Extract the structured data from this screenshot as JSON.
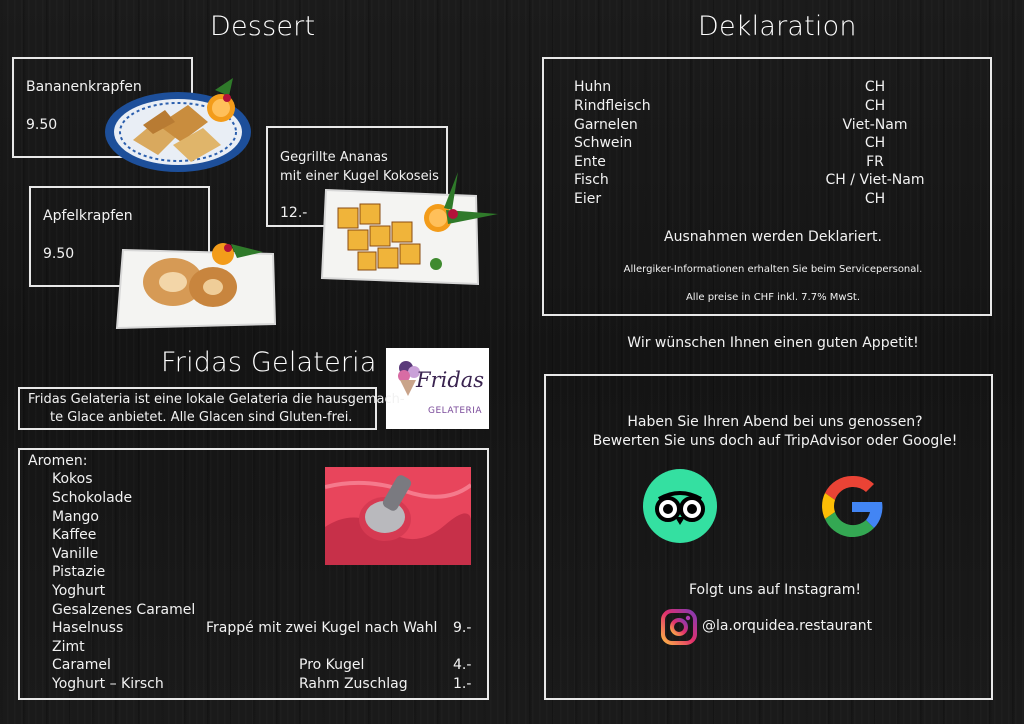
{
  "dessert": {
    "title": "Dessert",
    "items": [
      {
        "name": "Bananenkrapfen",
        "price": "9.50"
      },
      {
        "name": "Apfelkrapfen",
        "price": "9.50"
      },
      {
        "name_line1": "Gegrillte Ananas",
        "name_line2": "mit einer Kugel Kokoseis",
        "price": "12.-"
      }
    ]
  },
  "gelateria": {
    "title": "Fridas Gelateria",
    "desc_line1": "Fridas Gelateria ist eine lokale Gelateria die hausgemach-",
    "desc_line2": "te Glace anbietet. Alle Glacen sind Gluten-frei.",
    "logo_script": "Fridas",
    "logo_sub": "GELATERIA",
    "aromen_label": "Aromen:",
    "flavors": [
      "Kokos",
      "Schokolade",
      "Mango",
      "Kaffee",
      "Vanille",
      "Pistazie",
      "Yoghurt",
      "Gesalzenes Caramel",
      "Haselnuss",
      "Zimt",
      "Caramel",
      "Yoghurt – Kirsch"
    ],
    "prices": [
      {
        "label": "Frappé mit zwei Kugel nach Wahl",
        "price": "9.-"
      },
      {
        "label": "Pro Kugel",
        "price": "4.-"
      },
      {
        "label": "Rahm Zuschlag",
        "price": "1.-"
      }
    ]
  },
  "deklaration": {
    "title": "Deklaration",
    "rows": [
      {
        "item": "Huhn",
        "origin": "CH"
      },
      {
        "item": "Rindfleisch",
        "origin": "CH"
      },
      {
        "item": "Garnelen",
        "origin": "Viet-Nam"
      },
      {
        "item": "Schwein",
        "origin": "CH"
      },
      {
        "item": "Ente",
        "origin": "FR"
      },
      {
        "item": "Fisch",
        "origin": "CH / Viet-Nam"
      },
      {
        "item": "Eier",
        "origin": "CH"
      }
    ],
    "note1": "Ausnahmen werden Deklariert.",
    "note2": "Allergiker-Informationen erhalten Sie beim Servicepersonal.",
    "note3": "Alle preise in CHF inkl. 7.7% MwSt."
  },
  "appetit": "Wir wünschen Ihnen einen guten Appetit!",
  "review": {
    "line1": "Haben Sie Ihren Abend bei uns genossen?",
    "line2": "Bewerten Sie uns doch auf TripAdvisor oder Google!",
    "instagram_prompt": "Folgt uns auf Instagram!",
    "instagram_handle": "@la.orquidea.restaurant"
  },
  "colors": {
    "tripadvisor": "#34e0a1",
    "google_blue": "#4285f4",
    "google_red": "#ea4335",
    "google_yellow": "#fbbc05",
    "google_green": "#34a853",
    "ice_cream": "#e8455c"
  },
  "icons": [
    "tripadvisor-owl-icon",
    "google-g-icon",
    "instagram-icon"
  ]
}
